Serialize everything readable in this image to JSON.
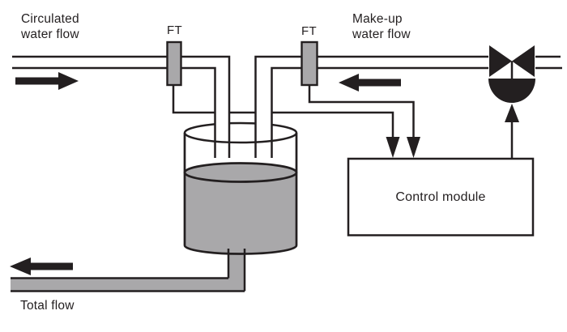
{
  "diagram": {
    "type": "process-flow-diagram",
    "labels": {
      "circulated_flow": "Circulated water flow",
      "ft_left": "FT",
      "ft_right": "FT",
      "makeup_flow": "Make-up water flow",
      "control_module": "Control module",
      "total_flow": "Total flow"
    },
    "colors": {
      "line": "#231f20",
      "component_gray": "#a9a8aa",
      "background": "#ffffff"
    }
  }
}
